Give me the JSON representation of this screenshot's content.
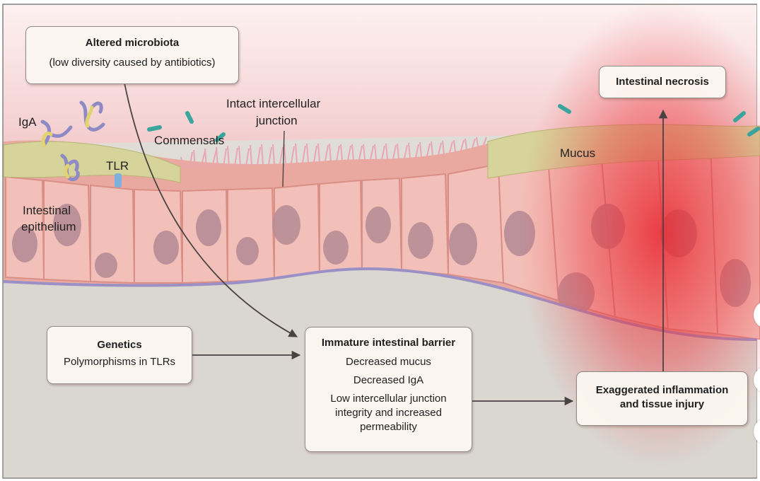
{
  "boxes": {
    "altered_microbiota": {
      "title": "Altered microbiota",
      "line1": "(low diversity caused by antibiotics)"
    },
    "intestinal_necrosis": {
      "title": "Intestinal necrosis"
    },
    "genetics": {
      "title": "Genetics",
      "line1": "Polymorphisms in TLRs"
    },
    "immature_barrier": {
      "title": "Immature intestinal barrier",
      "line1": "Decreased mucus",
      "line2": "Decreased IgA",
      "line3": "Low intercellular junction",
      "line4": "integrity and increased",
      "line5": "permeability"
    },
    "inflammation": {
      "line1": "Exaggerated inflammation",
      "line2": "and tissue injury"
    }
  },
  "labels": {
    "iga": "IgA",
    "commensals": "Commensals",
    "tlr": "TLR",
    "junction_line1": "Intact intercellular",
    "junction_line2": "junction",
    "epithelium_line1": "Intestinal",
    "epithelium_line2": "epithelium",
    "mucus": "Mucus"
  },
  "colors": {
    "lumen": "#f6dadb",
    "mucus": "#d6d49a",
    "cell": "#efb6ad",
    "nucleus": "#b88d96",
    "inflammation": "#e8262f",
    "lamina": "#dedad5",
    "arrow": "#4a4242"
  }
}
